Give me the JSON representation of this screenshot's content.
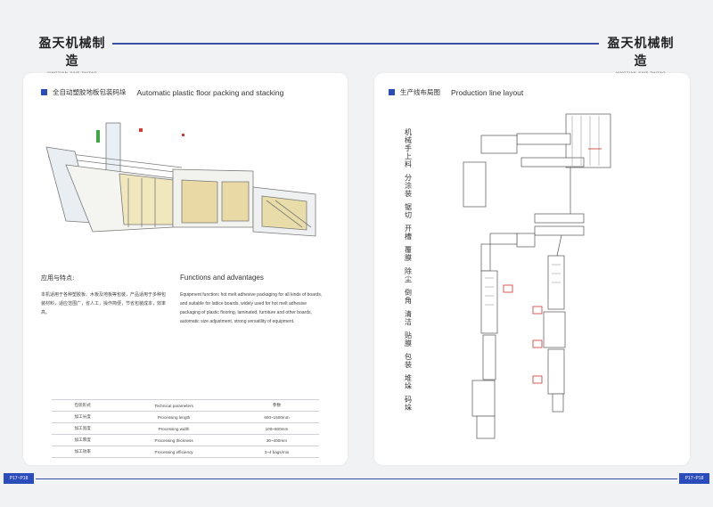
{
  "brand": {
    "cn": "盈天机械制造",
    "en": "YINGTIAN JIXIE ZHIZAO"
  },
  "left": {
    "title_cn": "全自动塑胶地板包装码垛",
    "title_en": "Automatic plastic floor packing and stacking",
    "features_cn_title": "应用与特点:",
    "features_cn_text": "本机适用于各种塑胶板、木板及地板等包装，产品适用于多种包装材料，适应范围广，省人工，操作简便，节省包装成本，效率高。",
    "features_en_title": "Functions and advantages",
    "features_en_text": "Equipment function: hot melt adhesive packaging for all kinds of boards, and suitable for lattice boards, widely used for hot melt adhesive packaging of plastic flooring, laminated, furniture and other boards, automatic size adjustment, strong versatility of equipment.",
    "spec_rows": [
      {
        "cn": "包装形式",
        "en": "Technical parameters",
        "val": "参数"
      },
      {
        "cn": "加工长度",
        "en": "Processing length",
        "val": "600~1500mm"
      },
      {
        "cn": "加工宽度",
        "en": "Processing width",
        "val": "100~600mm"
      },
      {
        "cn": "加工厚度",
        "en": "Processing thickness",
        "val": "30~400mm"
      },
      {
        "cn": "加工效率",
        "en": "Processing efficiency",
        "val": "3~4 bags/min"
      }
    ]
  },
  "right": {
    "title_cn": "生产线布局图",
    "title_en": "Production line layout",
    "vertical_labels": [
      "机械手上料",
      "分涂装",
      "锯切",
      "开槽",
      "覆膜",
      "除尘",
      "倒角",
      "清洁",
      "贴膜",
      "包装",
      "堆垛",
      "码垛"
    ]
  },
  "footer": {
    "page_left": "P17~P18",
    "page_right": "P17~P18"
  }
}
